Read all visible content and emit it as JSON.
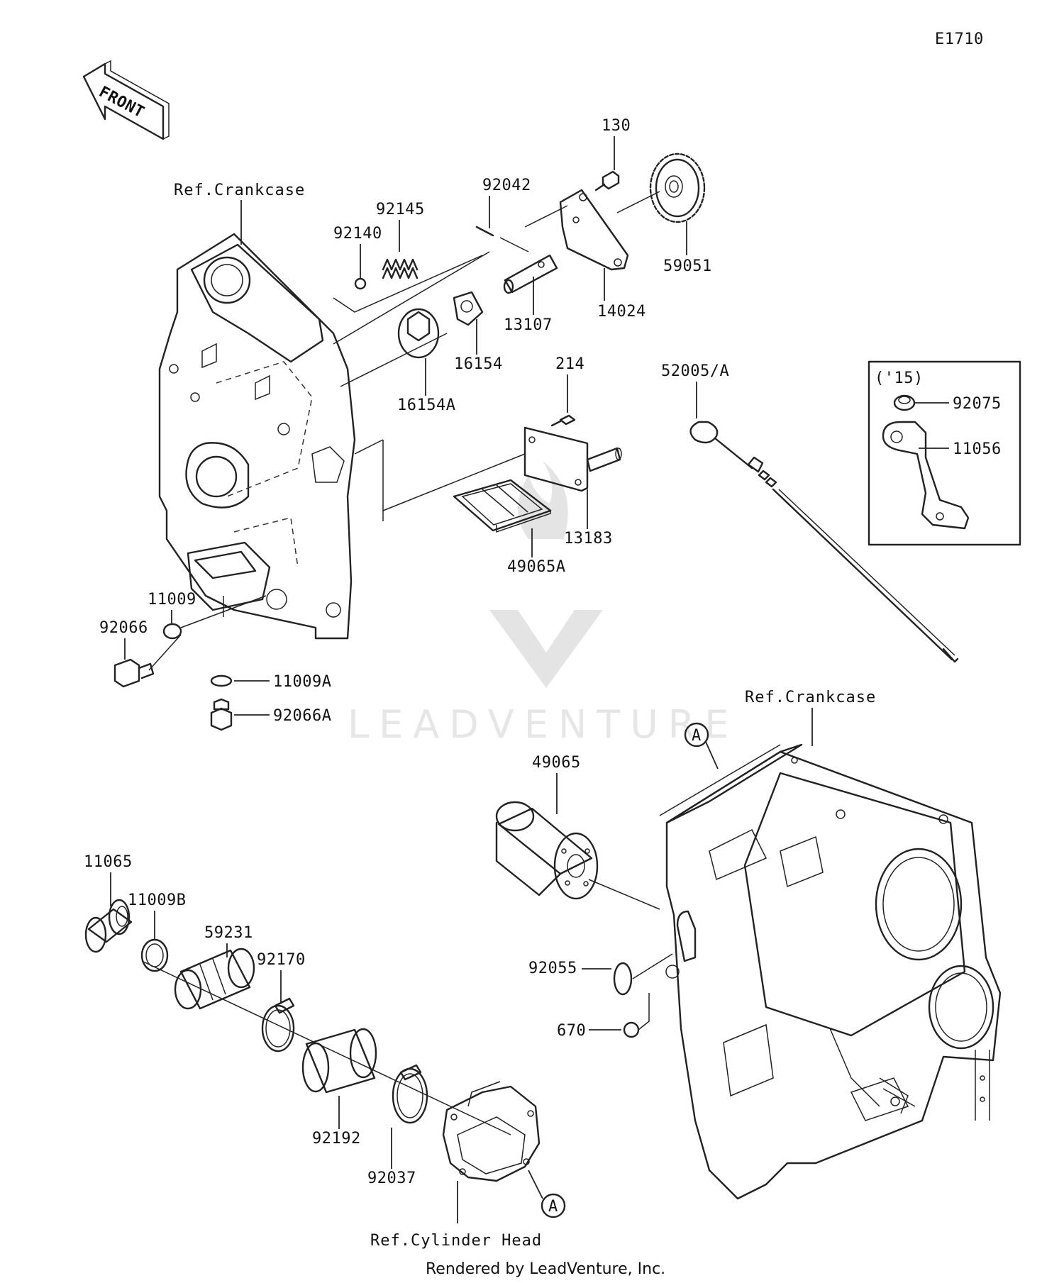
{
  "diagram_code": "E1710",
  "front_label": "FRONT",
  "refs": {
    "crankcase_left": "Ref.Crankcase",
    "crankcase_right": "Ref.Crankcase",
    "cylinder_head": "Ref.Cylinder Head"
  },
  "variant_box_label": "('15)",
  "callout_A": "A",
  "watermark": "LEADVENTURE",
  "footer": "Rendered by LeadVenture, Inc.",
  "parts": {
    "p130": "130",
    "p92042": "92042",
    "p92145": "92145",
    "p92140": "92140",
    "p59051": "59051",
    "p14024": "14024",
    "p13107": "13107",
    "p16154": "16154",
    "p16154A": "16154A",
    "p214": "214",
    "p52005A": "52005/A",
    "p13183": "13183",
    "p49065A": "49065A",
    "p92075": "92075",
    "p11056": "11056",
    "p11009": "11009",
    "p92066": "92066",
    "p11009A": "11009A",
    "p92066A": "92066A",
    "p49065": "49065",
    "p11065": "11065",
    "p11009B": "11009B",
    "p59231": "59231",
    "p92170": "92170",
    "p92055": "92055",
    "p670": "670",
    "p92192": "92192",
    "p92037": "92037"
  }
}
